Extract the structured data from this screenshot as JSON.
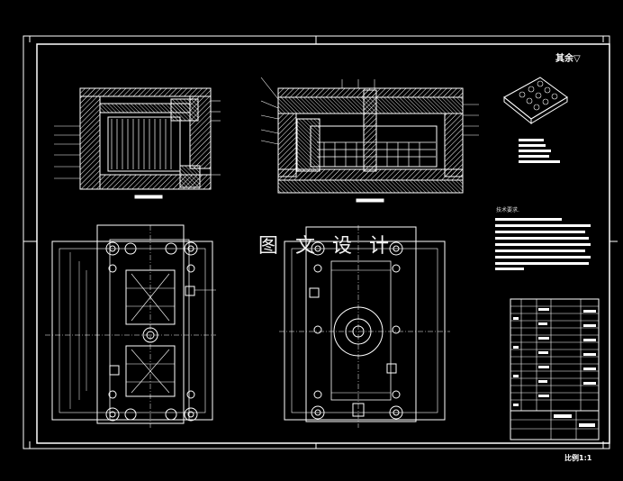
{
  "drawing": {
    "watermark": "图 文 设 计",
    "roughness_label": "其余",
    "roughness_symbol": "▽",
    "tech_requirements_title": "技术要求.",
    "scale_label": "比例1:1"
  },
  "colors": {
    "background": "#000000",
    "line": "#ffffff",
    "cyan": "#5ff2ff"
  }
}
